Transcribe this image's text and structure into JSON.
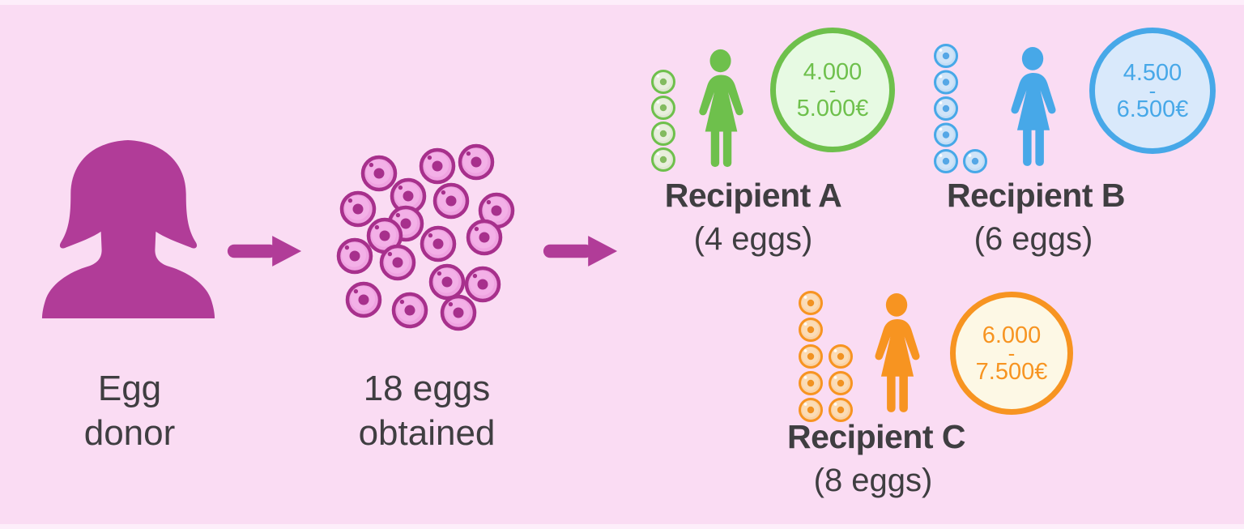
{
  "title": "Egg donation sharing diagram",
  "background": {
    "page": "#fadcf3",
    "edge_strip": "#fdeefa"
  },
  "palette": {
    "magenta": "#b13c98",
    "magenta_dark": "#a7308c",
    "cluster_egg_fill": "#efa3e1",
    "cluster_egg_inner": "#f3b0e7",
    "text_dark": "#3f3e41"
  },
  "donor": {
    "icon": "woman-bust-silhouette-icon",
    "label_line1": "Egg",
    "label_line2": "donor"
  },
  "harvest": {
    "icon": "egg-cluster-icon",
    "egg_count": 18,
    "label_line1": "18 eggs",
    "label_line2": "obtained"
  },
  "arrows": {
    "icon": "right-arrow-icon",
    "color": "#b13c98"
  },
  "recipients": [
    {
      "id": "A",
      "name": "Recipient A",
      "egg_count": 4,
      "eggs_label": "(4 eggs)",
      "price_min": "4.000",
      "price_separator": "-",
      "price_max": "5.000€",
      "color": "#6ec04c",
      "badge_fill": "#e7fae3",
      "egg_fill": "#dfe7d1",
      "egg_inner": "#e8efdd",
      "nucleus": "#83bb60"
    },
    {
      "id": "B",
      "name": "Recipient B",
      "egg_count": 6,
      "eggs_label": "(6 eggs)",
      "price_min": "4.500",
      "price_separator": "-",
      "price_max": "6.500€",
      "color": "#47a8e8",
      "badge_fill": "#d9e9fb",
      "egg_fill": "#c3ddf5",
      "egg_inner": "#cfe4f8",
      "nucleus": "#55a7e6"
    },
    {
      "id": "C",
      "name": "Recipient C",
      "egg_count": 8,
      "eggs_label": "(8 eggs)",
      "price_min": "6.000",
      "price_separator": "-",
      "price_max": "7.500€",
      "color": "#f79421",
      "badge_fill": "#fdf8e5",
      "egg_fill": "#fad2a5",
      "egg_inner": "#fbdcb6",
      "nucleus": "#f19222"
    }
  ]
}
